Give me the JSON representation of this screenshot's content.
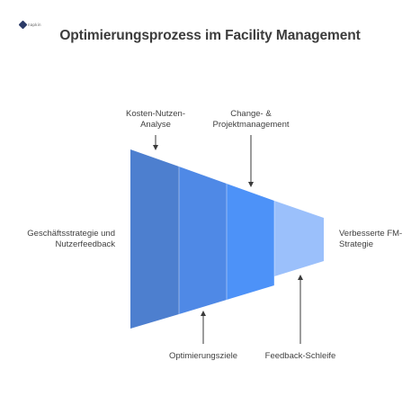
{
  "logo": {
    "icon": "star-logo-icon",
    "text": "napkin"
  },
  "title": "Optimierungsprozess im Facility Management",
  "colors": {
    "segment_1": "#4d7fcf",
    "segment_2": "#4f89e6",
    "segment_3": "#4d92f8",
    "segment_4": "#9bc0fb",
    "arrow": "#3a3a3a"
  },
  "labels": {
    "input": [
      "Geschäftsstrategie und",
      "Nutzerfeedback"
    ],
    "output": [
      "Verbesserte FM-",
      "Strategie"
    ],
    "top_1": [
      "Kosten-Nutzen-",
      "Analyse"
    ],
    "top_2": [
      "Change- &",
      "Projektmanagement"
    ],
    "bottom_1": [
      "Optimierungsziele"
    ],
    "bottom_2": [
      "Feedback-Schleife"
    ]
  }
}
